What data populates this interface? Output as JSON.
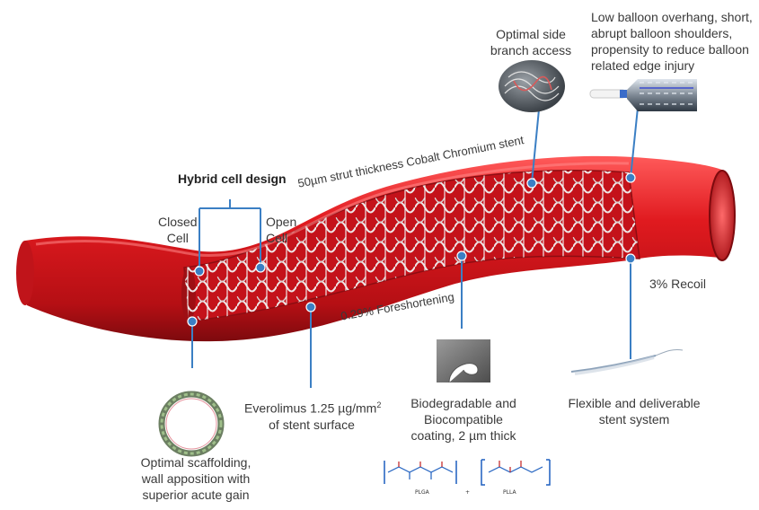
{
  "labels": {
    "hybrid_title": "Hybrid cell design",
    "closed_cell": "Closed\nCell",
    "open_cell": "Open\nCell",
    "strut": "50µm strut thickness Cobalt Chromium stent",
    "side_branch": "Optimal side\nbranch access",
    "balloon": "Low balloon overhang, short,\nabrupt balloon shoulders,\npropensity to reduce balloon\nrelated edge injury",
    "recoil": "3% Recoil",
    "foreshortening": "0.29% Foreshortening",
    "everolimus_line1": "Everolimus 1.25 µg/mm",
    "everolimus_sup": "2",
    "everolimus_line2": "of stent surface",
    "biodegradable": "Biodegradable and\nBiocompatible\ncoating, 2 µm thick",
    "flexible": "Flexible and deliverable\nstent system",
    "scaffolding": "Optimal scaffolding,\nwall apposition with\nsuperior acute gain",
    "plga": "PLGA",
    "plus": "+",
    "plla": "PLLA"
  },
  "colors": {
    "vessel": "#d9151b",
    "vessel_dark": "#8e0d12",
    "vessel_light": "#ff4a4a",
    "stent": "#e9e9e9",
    "callout": "#3b7fc4",
    "chem_blue": "#1d5fbf",
    "chem_red": "#c21e1e"
  }
}
